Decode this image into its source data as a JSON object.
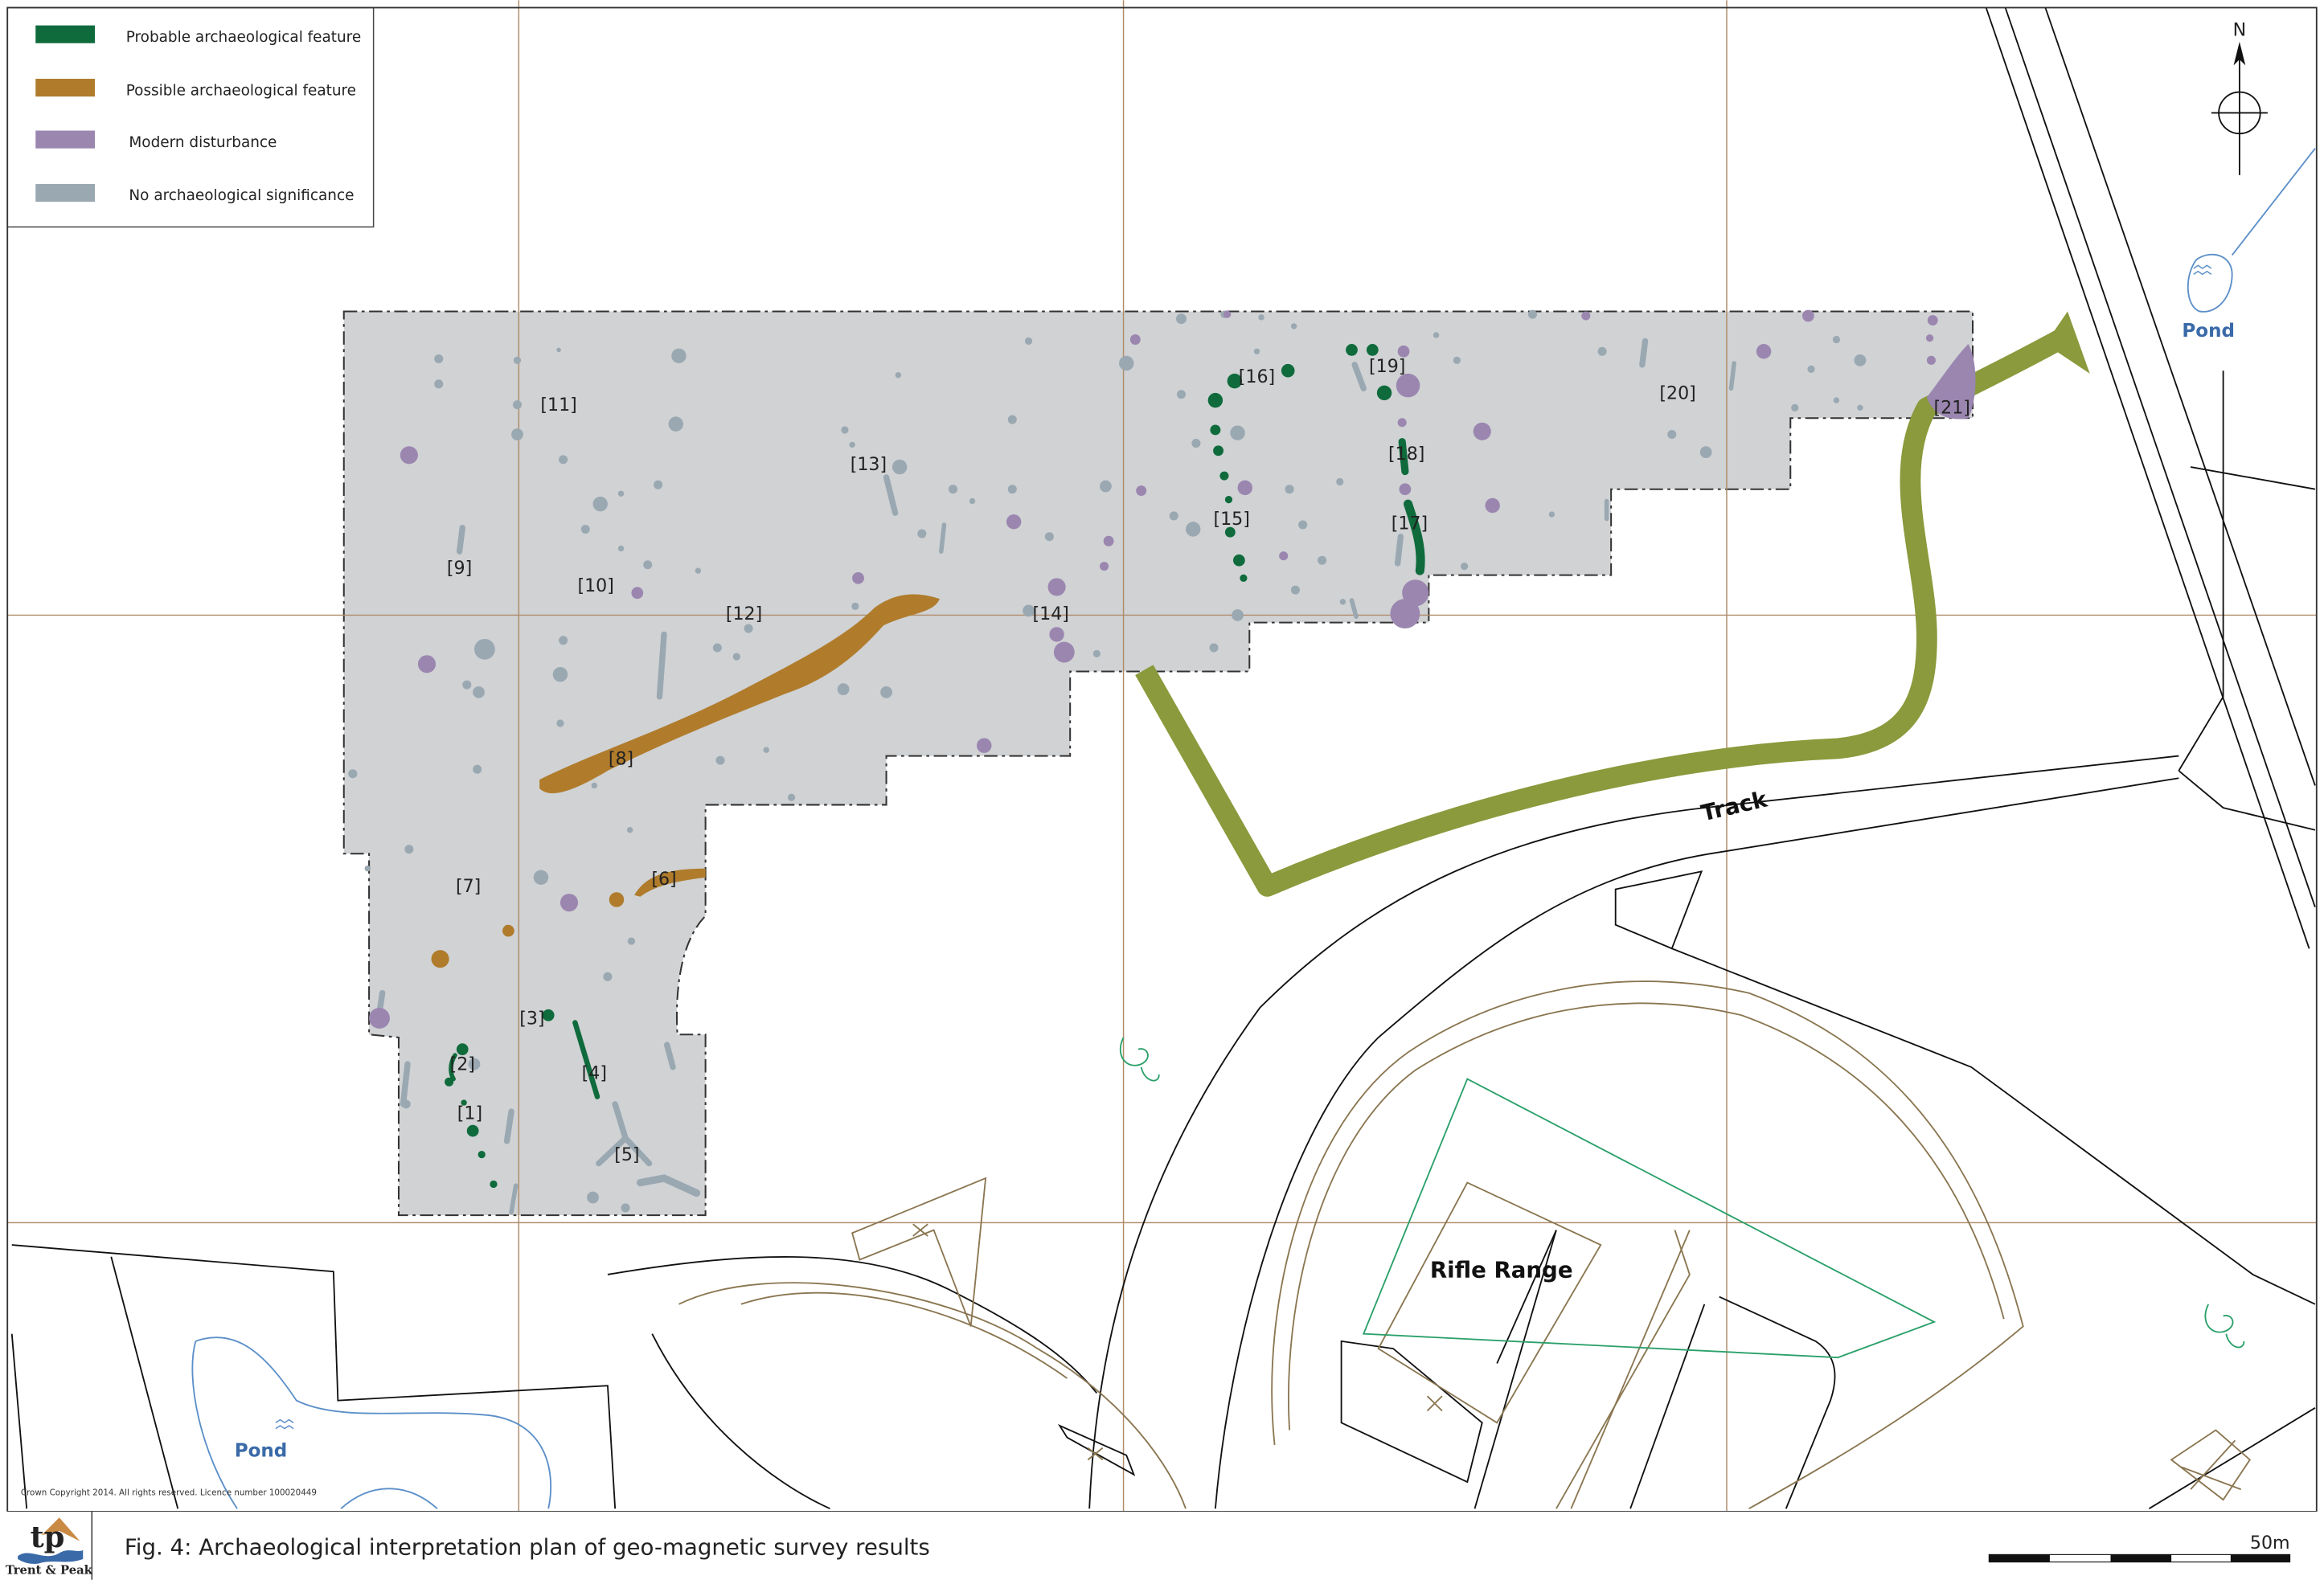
{
  "legend": {
    "items": [
      {
        "label": "Probable archaeological feature",
        "color": "#0f6b3c"
      },
      {
        "label": "Possible archaeological feature",
        "color": "#b07c2c"
      },
      {
        "label": "Modern disturbance",
        "color": "#9b86b0"
      },
      {
        "label": "No archaeological significance",
        "color": "#9aa8b2"
      }
    ]
  },
  "north": {
    "label": "N"
  },
  "features": [
    {
      "id": "f1",
      "label": "[1]"
    },
    {
      "id": "f2",
      "label": "[2]"
    },
    {
      "id": "f3",
      "label": "[3]"
    },
    {
      "id": "f4",
      "label": "[4]"
    },
    {
      "id": "f5",
      "label": "[5]"
    },
    {
      "id": "f6",
      "label": "[6]"
    },
    {
      "id": "f7",
      "label": "[7]"
    },
    {
      "id": "f8",
      "label": "[8]"
    },
    {
      "id": "f9",
      "label": "[9]"
    },
    {
      "id": "f10",
      "label": "[10]"
    },
    {
      "id": "f11",
      "label": "[11]"
    },
    {
      "id": "f12",
      "label": "[12]"
    },
    {
      "id": "f13",
      "label": "[13]"
    },
    {
      "id": "f14",
      "label": "[14]"
    },
    {
      "id": "f15",
      "label": "[15]"
    },
    {
      "id": "f16",
      "label": "[16]"
    },
    {
      "id": "f17",
      "label": "[17]"
    },
    {
      "id": "f18",
      "label": "[18]"
    },
    {
      "id": "f19",
      "label": "[19]"
    },
    {
      "id": "f20",
      "label": "[20]"
    },
    {
      "id": "f21",
      "label": "[21]"
    }
  ],
  "places": {
    "track": "Track",
    "rifle_range": "Rifle Range",
    "pond_ne": "Pond",
    "pond_sw": "Pond"
  },
  "colors": {
    "survey_area": "#d0d2d4",
    "track": "#8a9a3c",
    "grid": "#b08c6a",
    "contour": "#8a7650",
    "water": "#5b8fc9",
    "fence": "#2aa06a"
  },
  "copyright": "Crown Copyright 2014. All rights reserved. Licence number 100020449",
  "caption": "Fig. 4: Archaeological interpretation plan of geo-magnetic survey results",
  "logo": {
    "mark": "tp",
    "name": "Trent & Peak"
  },
  "scale_bar": {
    "label": "50m"
  }
}
